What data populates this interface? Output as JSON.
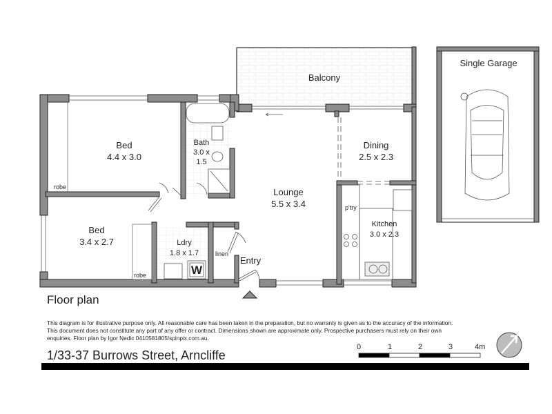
{
  "rooms": {
    "balcony": {
      "name": "Balcony"
    },
    "garage": {
      "name": "Single Garage"
    },
    "bed1": {
      "name": "Bed",
      "dims": "4.4 x 3.0"
    },
    "bath": {
      "name": "Bath",
      "dims_line1": "3.0 x",
      "dims_line2": "1.5"
    },
    "dining": {
      "name": "Dining",
      "dims": "2.5 x 2.3"
    },
    "lounge": {
      "name": "Lounge",
      "dims": "5.5 x 3.4"
    },
    "bed2": {
      "name": "Bed",
      "dims": "3.4 x 2.7"
    },
    "laundry": {
      "name": "Ldry",
      "dims": "1.8 x 1.7"
    },
    "kitchen": {
      "name": "Kitchen",
      "dims": "3.0 x 2.3"
    },
    "entry": {
      "name": "Entry"
    }
  },
  "fixtures": {
    "robe1": "robe",
    "robe2": "robe",
    "linen": "linen",
    "pantry": "p'try",
    "washer": "W"
  },
  "title": "Floor plan",
  "disclaimer": "This diagram is for illustrative purpose only. All reasonable care has been taken in the preparation, but no warranty is given as to the accuracy of the information. This document does not constitute any part of any offer or contract. Dimensions shown are approximate only. Prospective purchasers must rely on their own enquiries. Floor plan by Igor Nedic 0410581805/spinpix.com.au.",
  "address": "1/33-37 Burrows Street, Arncliffe",
  "scale": {
    "labels": [
      "0",
      "1",
      "2",
      "3",
      "4m"
    ]
  },
  "colors": {
    "wall": "#8c8c8c",
    "wall_outline": "#222222",
    "compass": "#bdbdbd"
  }
}
